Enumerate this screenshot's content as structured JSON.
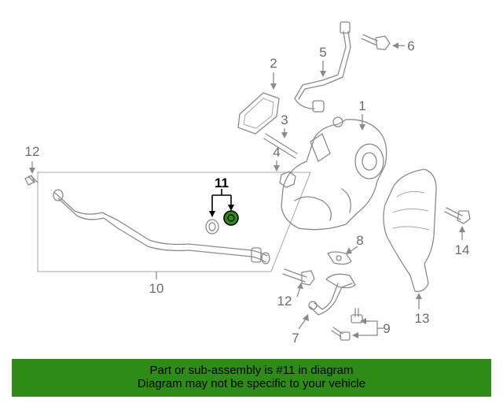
{
  "callouts": {
    "c1": "1",
    "c2": "2",
    "c3": "3",
    "c4": "4",
    "c5": "5",
    "c6": "6",
    "c7": "7",
    "c8": "8",
    "c9": "9",
    "c10": "10",
    "c11": "11",
    "c12a": "12",
    "c12b": "12",
    "c13": "13",
    "c14": "14"
  },
  "highlight_part": "11",
  "colors": {
    "banner": "#2e8b17",
    "highlight_part": "#2e8b17",
    "line": "#8a8a8a"
  },
  "banner": {
    "line1": "Part or sub-assembly is #11 in diagram",
    "line2": "Diagram may not be specific to your vehicle"
  }
}
